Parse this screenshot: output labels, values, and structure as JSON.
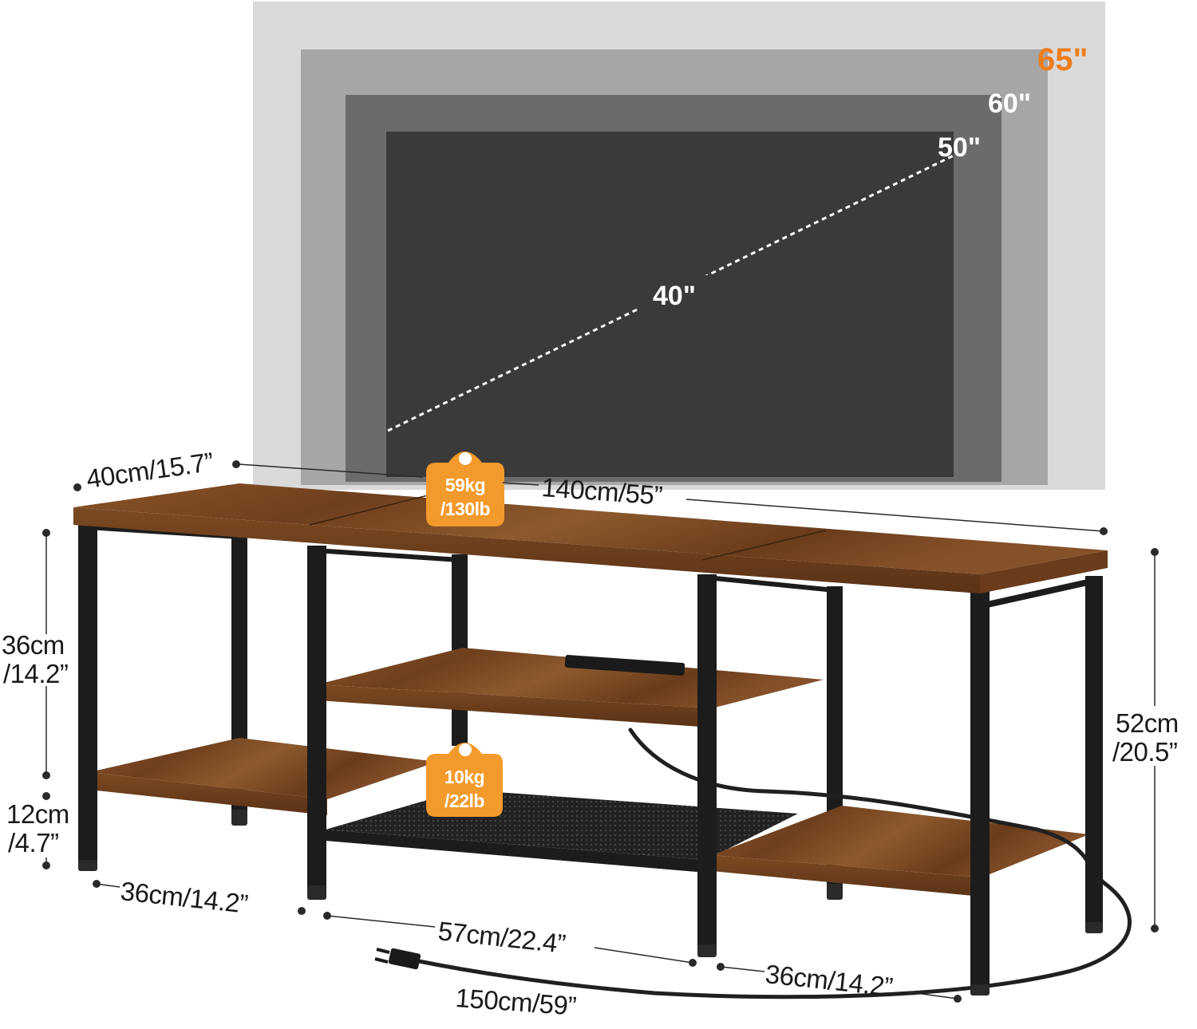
{
  "tv_sizes": {
    "s65": "65\"",
    "s60": "60\"",
    "s50": "50\"",
    "s40": "40\""
  },
  "dimensions": {
    "depth": "40cm/15.7”",
    "width": "140cm/55”",
    "upper_height": [
      "36cm",
      "/14.2”"
    ],
    "lower_height": [
      "12cm",
      "/4.7”"
    ],
    "total_height": [
      "52cm",
      "/20.5”"
    ],
    "left_bay": "36cm/14.2”",
    "middle_bay": "57cm/22.4”",
    "right_bay": "36cm/14.2”",
    "cable": "150cm/59”"
  },
  "load_badges": {
    "top": [
      "59kg",
      "/130lb"
    ],
    "middle": [
      "10kg",
      "/22lb"
    ]
  },
  "colors": {
    "accent_orange": "#f39a2c",
    "wood": "#7a4a24",
    "frame": "#1c1c1c",
    "tv_65": "#d9d9d9",
    "tv_60": "#a6a6a6",
    "tv_50": "#6b6b6b",
    "tv_40": "#3a3a3a"
  }
}
